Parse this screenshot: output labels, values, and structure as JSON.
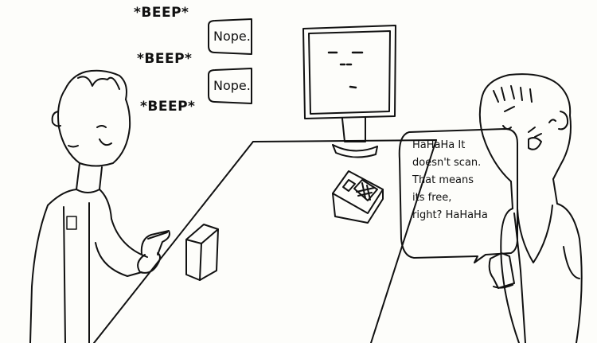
{
  "comic": {
    "beeps": [
      "*BEEP*",
      "*BEEP*",
      "*BEEP*"
    ],
    "register_replies": [
      "Nope.",
      "Nope."
    ],
    "customer_speech_lines": [
      "HaHaHa It",
      "doesn't scan.",
      "That means",
      "its free,",
      "right? HaHaHa"
    ]
  },
  "colors": {
    "ink": "#111111",
    "paper": "#fdfdfa"
  }
}
